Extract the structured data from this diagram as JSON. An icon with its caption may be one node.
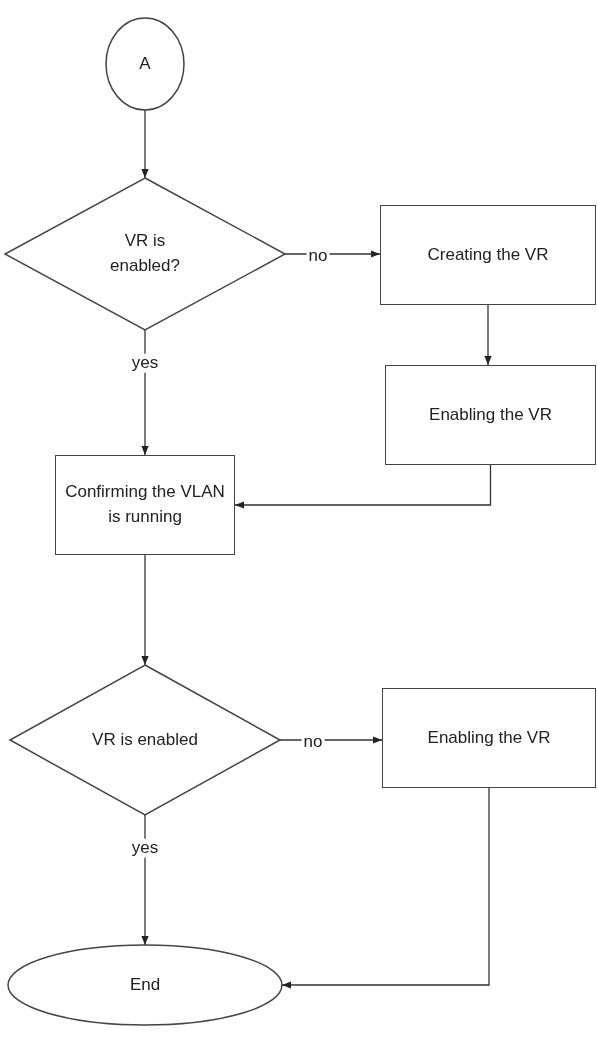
{
  "diagram": {
    "nodes": [
      {
        "text": [
          "A"
        ]
      },
      {
        "text": [
          "VR is enabled?"
        ]
      },
      {
        "text": [
          "Creating the VR"
        ]
      },
      {
        "text": [
          "Enabling the VR"
        ]
      },
      {
        "text": [
          "Confirming the VLAN is running"
        ]
      },
      {
        "text": [
          "VR is enabled"
        ]
      },
      {
        "text": [
          "Enabling the VR"
        ]
      },
      {
        "text": [
          "End"
        ]
      }
    ],
    "edges": [
      {
        "from": 0,
        "to": 1,
        "arrow": "to"
      },
      {
        "from": 1,
        "to": 2,
        "arrow": "to",
        "label": "no"
      },
      {
        "from": 2,
        "to": 3,
        "arrow": "to"
      },
      {
        "from": 1,
        "to": 4,
        "arrow": "to",
        "label": "yes"
      },
      {
        "from": 3,
        "to": 4,
        "arrow": "to"
      },
      {
        "from": 4,
        "to": 5,
        "arrow": "to"
      },
      {
        "from": 5,
        "to": 6,
        "arrow": "to",
        "label": "no"
      },
      {
        "from": 5,
        "to": 7,
        "arrow": "to",
        "label": "yes"
      },
      {
        "from": 6,
        "to": 7,
        "arrow": "to"
      }
    ]
  }
}
